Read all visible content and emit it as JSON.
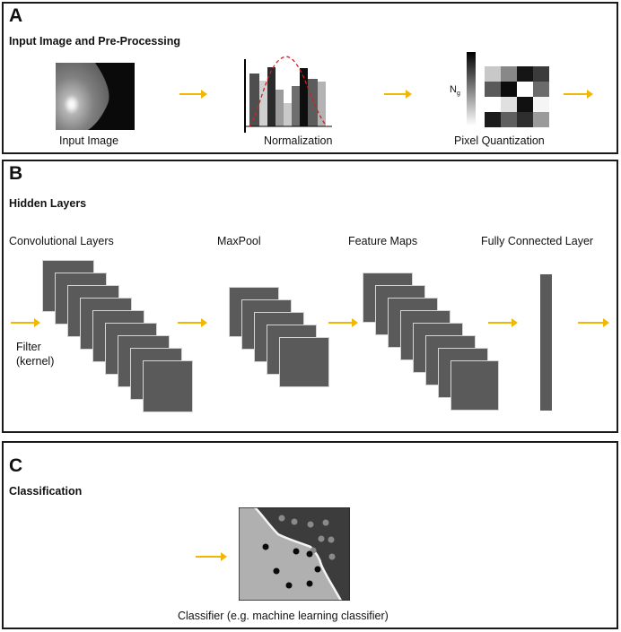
{
  "colors": {
    "arrow": "#f2b705",
    "block": "#5a5a5a",
    "curve": "#d42020"
  },
  "panel_a": {
    "letter": "A",
    "heading": "Input Image and Pre-Processing",
    "input_caption": "Input Image",
    "normalization_caption": "Normalization",
    "quantization_caption": "Pixel Quantization",
    "scale_label_main": "N",
    "scale_label_sub": "g"
  },
  "panel_b": {
    "letter": "B",
    "heading": "Hidden Layers",
    "conv_label": "Convolutional Layers",
    "maxpool_label": "MaxPool",
    "feature_label": "Feature Maps",
    "fc_label": "Fully Connected Layer",
    "filter_label_1": "Filter",
    "filter_label_2": "(kernel)"
  },
  "panel_c": {
    "letter": "C",
    "heading": "Classification",
    "classifier_caption": "Classifier (e.g. machine learning classifier)"
  }
}
